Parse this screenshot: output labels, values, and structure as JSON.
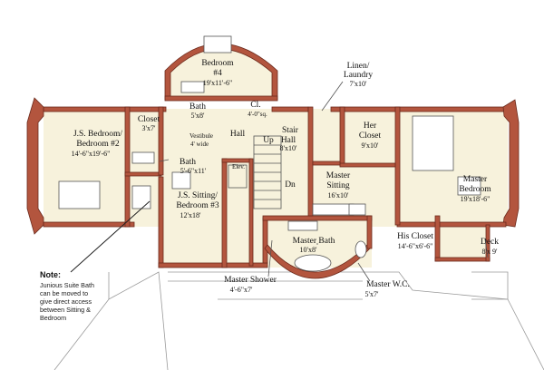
{
  "plan": {
    "rooms": {
      "bedroom4": {
        "name_line1": "Bedroom",
        "name_line2": "#4",
        "dims": "19'x11'-6\""
      },
      "bath_top": {
        "name": "Bath",
        "dims": "5'x8'"
      },
      "closet_cl": {
        "name": "Cl.",
        "dims": "4'-0\"sq."
      },
      "linen": {
        "name_line1": "Linen/",
        "name_line2": "Laundry",
        "dims": "7'x10'"
      },
      "js_bedroom": {
        "name_line1": "J.S. Bedroom/",
        "name_line2": "Bedroom #2",
        "dims": "14'-6\"x19'-6\""
      },
      "closet_left": {
        "name": "Closet",
        "dims": "3'x7'"
      },
      "vestibule": {
        "name": "Vestibule",
        "dims": "4' wide"
      },
      "hall": {
        "name": "Hall"
      },
      "up": {
        "name": "Up"
      },
      "stair_hall": {
        "name_line1": "Stair",
        "name_line2": "Hall",
        "dims": "8'x10'"
      },
      "her_closet": {
        "name_line1": "Her",
        "name_line2": "Closet",
        "dims": "9'x10'"
      },
      "bath_mid": {
        "name": "Bath",
        "dims": "5'-6\"x11'"
      },
      "elev": {
        "name": "Elev."
      },
      "dn": {
        "name": "Dn"
      },
      "master_sitting": {
        "name_line1": "Master",
        "name_line2": "Sitting",
        "dims": "16'x10'"
      },
      "master_bedroom": {
        "name_line1": "Master",
        "name_line2": "Bedroom",
        "dims": "19'x18'-6\""
      },
      "js_sitting": {
        "name_line1": "J.S. Sitting/",
        "name_line2": "Bedroom #3",
        "dims": "12'x18'"
      },
      "his_closet": {
        "name": "His Closet",
        "dims": "14'-6\"x6'-6\""
      },
      "master_bath": {
        "name": "Master Bath",
        "dims": "10'x8'"
      },
      "deck": {
        "name": "Deck",
        "dims": "8'x 9'"
      },
      "master_shower": {
        "name": "Master Shower",
        "dims": "4'-6\"x7'"
      },
      "master_wc": {
        "name": "Master W.C.",
        "dims": "5'x7'"
      }
    },
    "note": {
      "title": "Note:",
      "lines": [
        "Junious Suite Bath",
        "can be moved to",
        "give direct access",
        "between Sitting &",
        "Bedroom"
      ]
    }
  }
}
